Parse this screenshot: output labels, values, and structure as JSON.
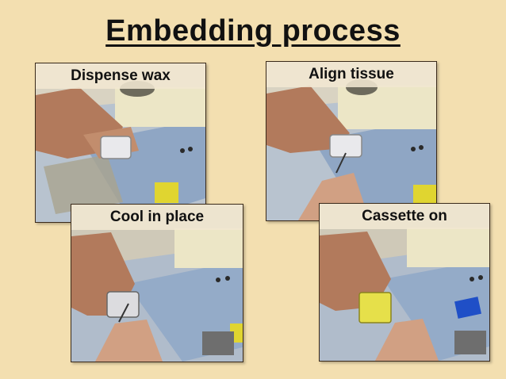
{
  "slide": {
    "title": "Embedding process"
  },
  "photos": [
    {
      "caption": "Dispense wax"
    },
    {
      "caption": "Align tissue"
    },
    {
      "caption": "Cool in place"
    },
    {
      "caption": "Cassette on"
    }
  ],
  "colors": {
    "background": "#f3dfb0",
    "caption_band": "#f1e7d2",
    "title_text": "#111111"
  }
}
